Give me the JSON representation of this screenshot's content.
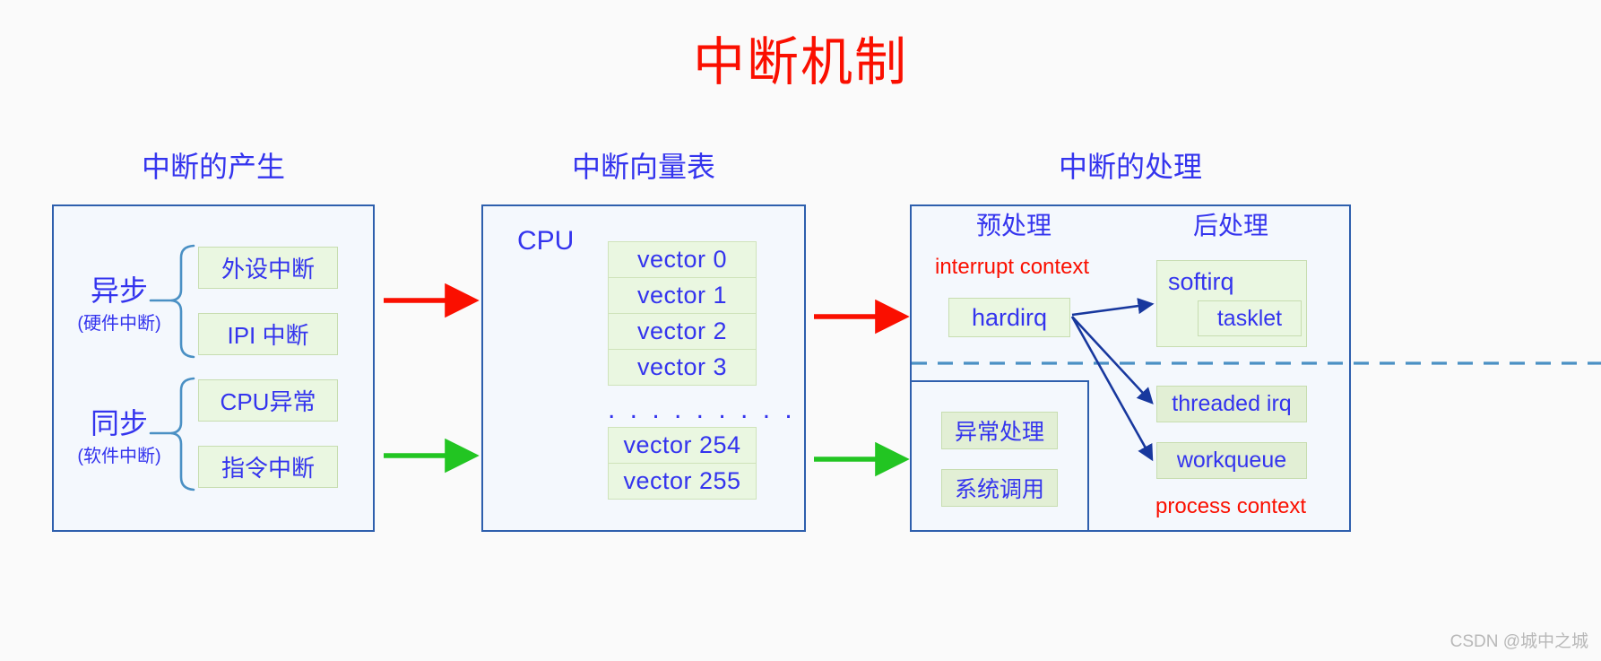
{
  "title": "中断机制",
  "sections": [
    {
      "heading": "中断的产生"
    },
    {
      "heading": "中断向量表"
    },
    {
      "heading": "中断的处理"
    }
  ],
  "generation": {
    "async": {
      "name": "异步",
      "sub": "(硬件中断)"
    },
    "sync": {
      "name": "同步",
      "sub": "(软件中断)"
    },
    "async_items": [
      "外设中断",
      "IPI 中断"
    ],
    "sync_items": [
      "CPU异常",
      "指令中断"
    ]
  },
  "vector_table": {
    "cpu_label": "CPU",
    "top_vectors": [
      "vector  0",
      "vector  1",
      "vector  2",
      "vector  3"
    ],
    "ellipsis": ". . . . . . . . .",
    "bottom_vectors": [
      "vector 254",
      "vector 255"
    ]
  },
  "handling": {
    "pre_heading": "预处理",
    "post_heading": "后处理",
    "interrupt_context": "interrupt context",
    "process_context": "process context",
    "hardirq": "hardirq",
    "softirq": "softirq",
    "tasklet": "tasklet",
    "threaded_irq": "threaded irq",
    "workqueue": "workqueue",
    "exception_handling": "异常处理",
    "syscall": "系统调用"
  },
  "watermark": "CSDN @城中之城",
  "colors": {
    "title_red": "#fa0f00",
    "heading_blue": "#3434ee",
    "panel_border": "#2e5fad",
    "green_fill": "#eaf7e1",
    "green_border": "#c7ddb0",
    "arrow_red": "#fa0f00",
    "arrow_green": "#22c522",
    "arrow_navy": "#18389e",
    "brace_blue": "#4a90c4"
  }
}
